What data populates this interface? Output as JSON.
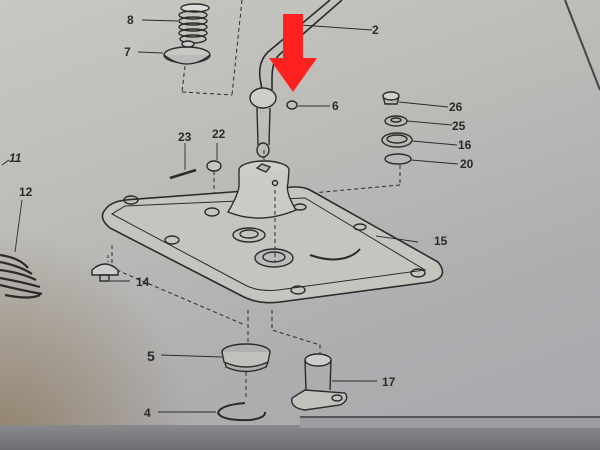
{
  "diagram": {
    "type": "exploded-parts-diagram",
    "subject": "gear shift lever and cover plate assembly",
    "highlight": {
      "marker": "red-down-arrow",
      "color": "#ff2020",
      "points_to_part": "6"
    },
    "parts": [
      {
        "number": "2",
        "name_hint": "shift lever rod"
      },
      {
        "number": "4",
        "name_hint": "circlip"
      },
      {
        "number": "5",
        "name_hint": "threaded bushing"
      },
      {
        "number": "6",
        "name_hint": "small clip / ring"
      },
      {
        "number": "7",
        "name_hint": "spring seat cup"
      },
      {
        "number": "8",
        "name_hint": "spring"
      },
      {
        "number": "11",
        "name_hint": "reference pointer"
      },
      {
        "number": "12",
        "name_hint": "coil spring"
      },
      {
        "number": "14",
        "name_hint": "plug / stopper"
      },
      {
        "number": "15",
        "name_hint": "cover plate"
      },
      {
        "number": "16",
        "name_hint": "seal ring"
      },
      {
        "number": "17",
        "name_hint": "flanged bushing"
      },
      {
        "number": "20",
        "name_hint": "o-ring"
      },
      {
        "number": "22",
        "name_hint": "castle nut"
      },
      {
        "number": "23",
        "name_hint": "cotter pin"
      },
      {
        "number": "25",
        "name_hint": "washer"
      },
      {
        "number": "26",
        "name_hint": "plug screw"
      }
    ]
  },
  "colors": {
    "paper": "#c4c3bf",
    "ink": "#2a2a2a",
    "arrow": "#ff2020"
  }
}
